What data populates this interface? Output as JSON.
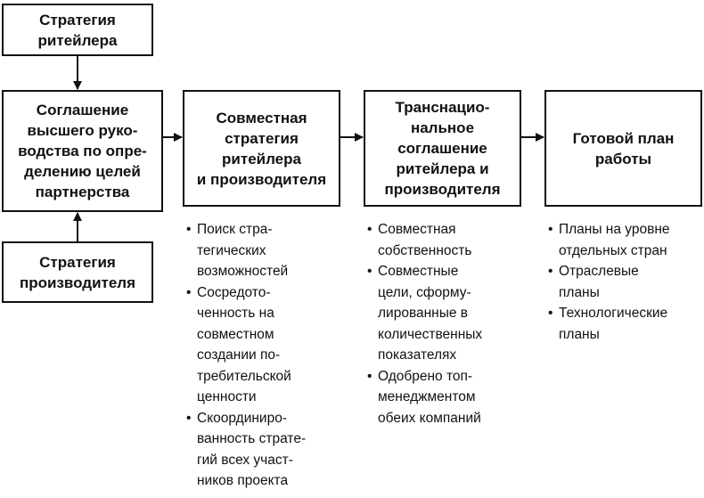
{
  "boxes": {
    "retailer_strategy": "Стратегия\nритейлера",
    "goals_agreement": "Соглашение\nвысшего руко-\nводства по опре-\nделению целей\nпартнерства",
    "manufacturer_strategy": "Стратегия\nпроизводителя",
    "joint_strategy": "Совместная\nстратегия\nритейлера\nи производителя",
    "transnational_agreement": "Транснацио-\nнальное\nсоглашение\nритейлера и\nпроизводителя",
    "work_plan": "Готовой план\nработы"
  },
  "bullets": {
    "joint_strategy": [
      "Поиск стра-\nтегических\nвозможностей",
      "Сосредото-\nченность на\nсовместном\nсоздании по-\nтребительской\nценности",
      "Скоординиро-\nванность страте-\nгий всех участ-\nников проекта"
    ],
    "transnational_agreement": [
      "Совместная\nсобственность",
      "Совместные\nцели, сформу-\nлированные в\nколичественных\nпоказателях",
      "Одобрено топ-\nменеджментом\nобеих компаний"
    ],
    "work_plan": [
      "Планы на уровне\nотдельных стран",
      "Отраслевые\nпланы",
      "Технологические\nпланы"
    ]
  },
  "colors": {
    "line": "#111111",
    "background": "#ffffff"
  }
}
